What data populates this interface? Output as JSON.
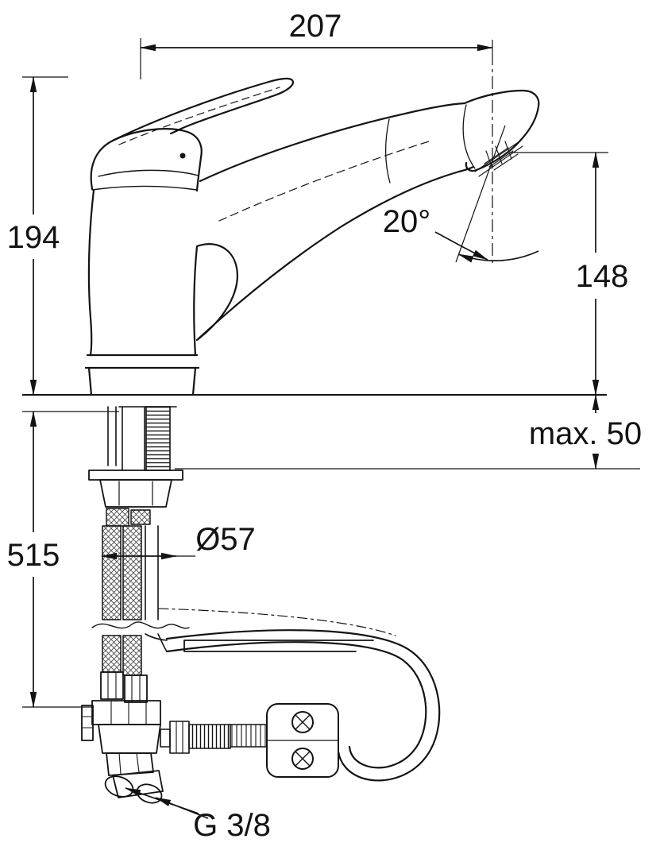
{
  "drawing": {
    "background": "#ffffff",
    "line_color": "#131313"
  },
  "labels": {
    "dim207": "207",
    "dim194": "194",
    "dim148": "148",
    "angle20": "20°",
    "max50": "max. 50",
    "dim515": "515",
    "diameter57": "Ø57",
    "thread": "G 3/8"
  }
}
